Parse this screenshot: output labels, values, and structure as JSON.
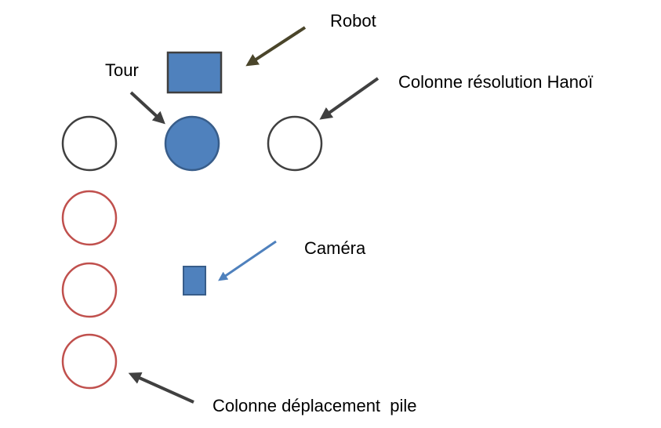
{
  "labels": {
    "robot": "Robot",
    "tour": "Tour",
    "hanoi_column": "Colonne résolution Hanoï",
    "camera": "Caméra",
    "pile_column": "Colonne déplacement  pile"
  },
  "colors": {
    "shape_fill": "#4F81BD",
    "shape_stroke": "#385D8A",
    "robot_stroke": "#3F3F3F",
    "dark_circle_stroke": "#404040",
    "red_circle_stroke": "#C0504D",
    "dark_arrow": "#404040",
    "robot_arrow": "#4A452A",
    "camera_arrow": "#4F81BD"
  }
}
